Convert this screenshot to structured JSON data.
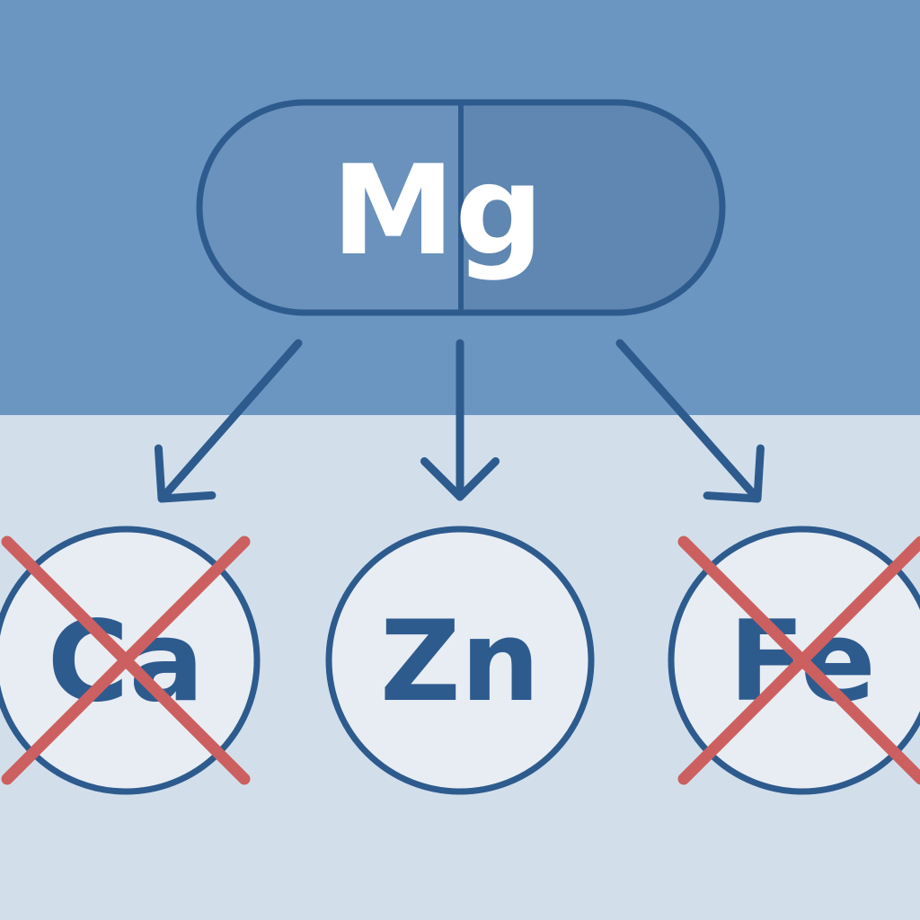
{
  "colors": {
    "top_background": "#6b96c2",
    "bottom_background": "#d2dfeb",
    "outline": "#2e5b8e",
    "capsule_left": "#6a92bc",
    "capsule_right": "#5f87b1",
    "capsule_text": "#ffffff",
    "circle_fill": "#e8edf3",
    "circle_text": "#2e5b8e",
    "cross": "#cc6060"
  },
  "supplement": {
    "label": "Mg"
  },
  "minerals": [
    {
      "label": "Ca",
      "crossed_out": true
    },
    {
      "label": "Zn",
      "crossed_out": false
    },
    {
      "label": "Fe",
      "crossed_out": true
    }
  ],
  "icons": {
    "capsule": "capsule-icon",
    "arrow": "arrow-down-icon",
    "cross": "cross-icon"
  }
}
